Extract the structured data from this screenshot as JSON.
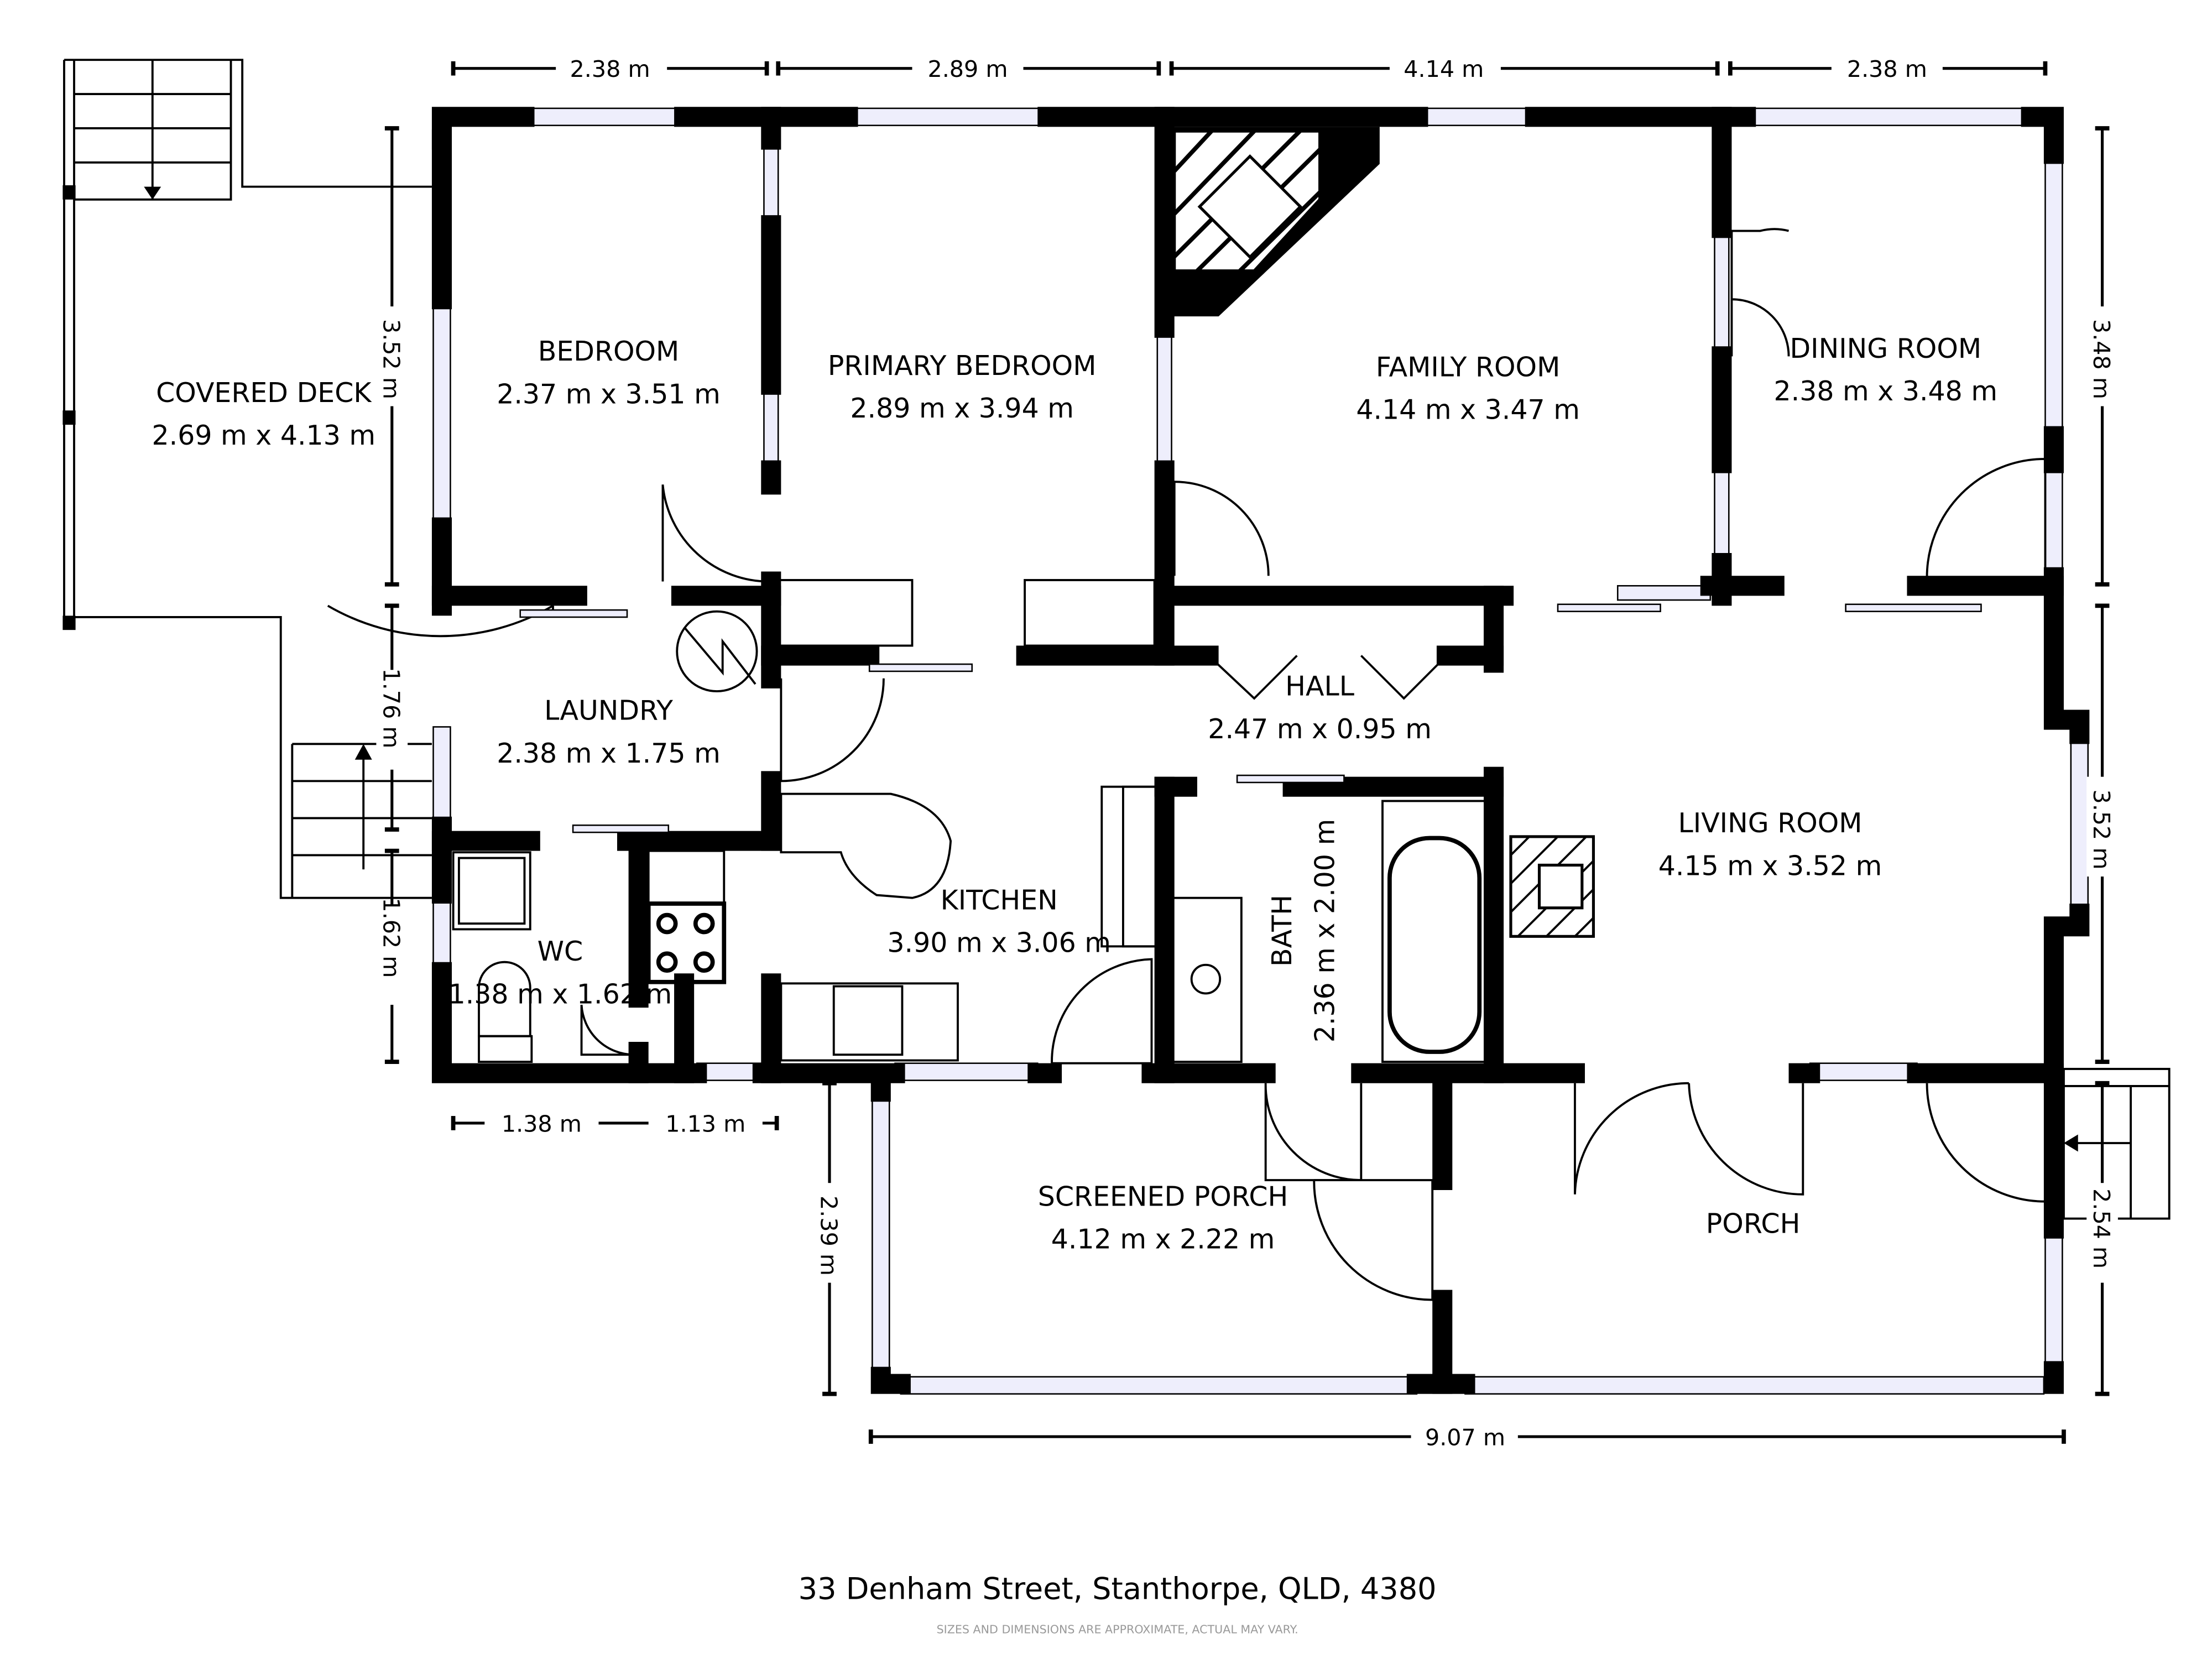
{
  "rooms": {
    "covered_deck": {
      "name": "COVERED DECK",
      "size": "2.69 m x 4.13 m"
    },
    "bedroom": {
      "name": "BEDROOM",
      "size": "2.37 m x 3.51 m"
    },
    "primary_bedroom": {
      "name": "PRIMARY BEDROOM",
      "size": "2.89 m x 3.94 m"
    },
    "family_room": {
      "name": "FAMILY ROOM",
      "size": "4.14 m x 3.47 m"
    },
    "dining_room": {
      "name": "DINING ROOM",
      "size": "2.38 m x 3.48 m"
    },
    "laundry": {
      "name": "LAUNDRY",
      "size": "2.38 m x 1.75 m"
    },
    "hall": {
      "name": "HALL",
      "size": "2.47 m x 0.95 m"
    },
    "kitchen": {
      "name": "KITCHEN",
      "size": "3.90 m x 3.06 m"
    },
    "living_room": {
      "name": "LIVING ROOM",
      "size": "4.15 m x 3.52 m"
    },
    "wc": {
      "name": "WC",
      "size": "1.38 m x 1.62 m"
    },
    "bath": {
      "name": "BATH",
      "size": "2.36 m x 2.00 m"
    },
    "screened_porch": {
      "name": "SCREENED PORCH",
      "size": "4.12 m x 2.22 m"
    },
    "porch": {
      "name": "PORCH"
    }
  },
  "dimensions": {
    "top": [
      "2.38 m",
      "2.89 m",
      "4.14 m",
      "2.38 m"
    ],
    "left": [
      "3.52 m",
      "1.76 m",
      "1.62 m"
    ],
    "right": [
      "3.48 m",
      "3.52 m",
      "2.54 m"
    ],
    "bottom_left": [
      "1.38 m",
      "1.13 m"
    ],
    "porch_left": "2.39 m",
    "bottom": "9.07 m"
  },
  "address": "33 Denham Street, Stanthorpe, QLD, 4380",
  "disclaimer": "SIZES AND DIMENSIONS ARE APPROXIMATE, ACTUAL MAY VARY.",
  "colors": {
    "wall": "#000000",
    "window": "#eeeefc"
  }
}
